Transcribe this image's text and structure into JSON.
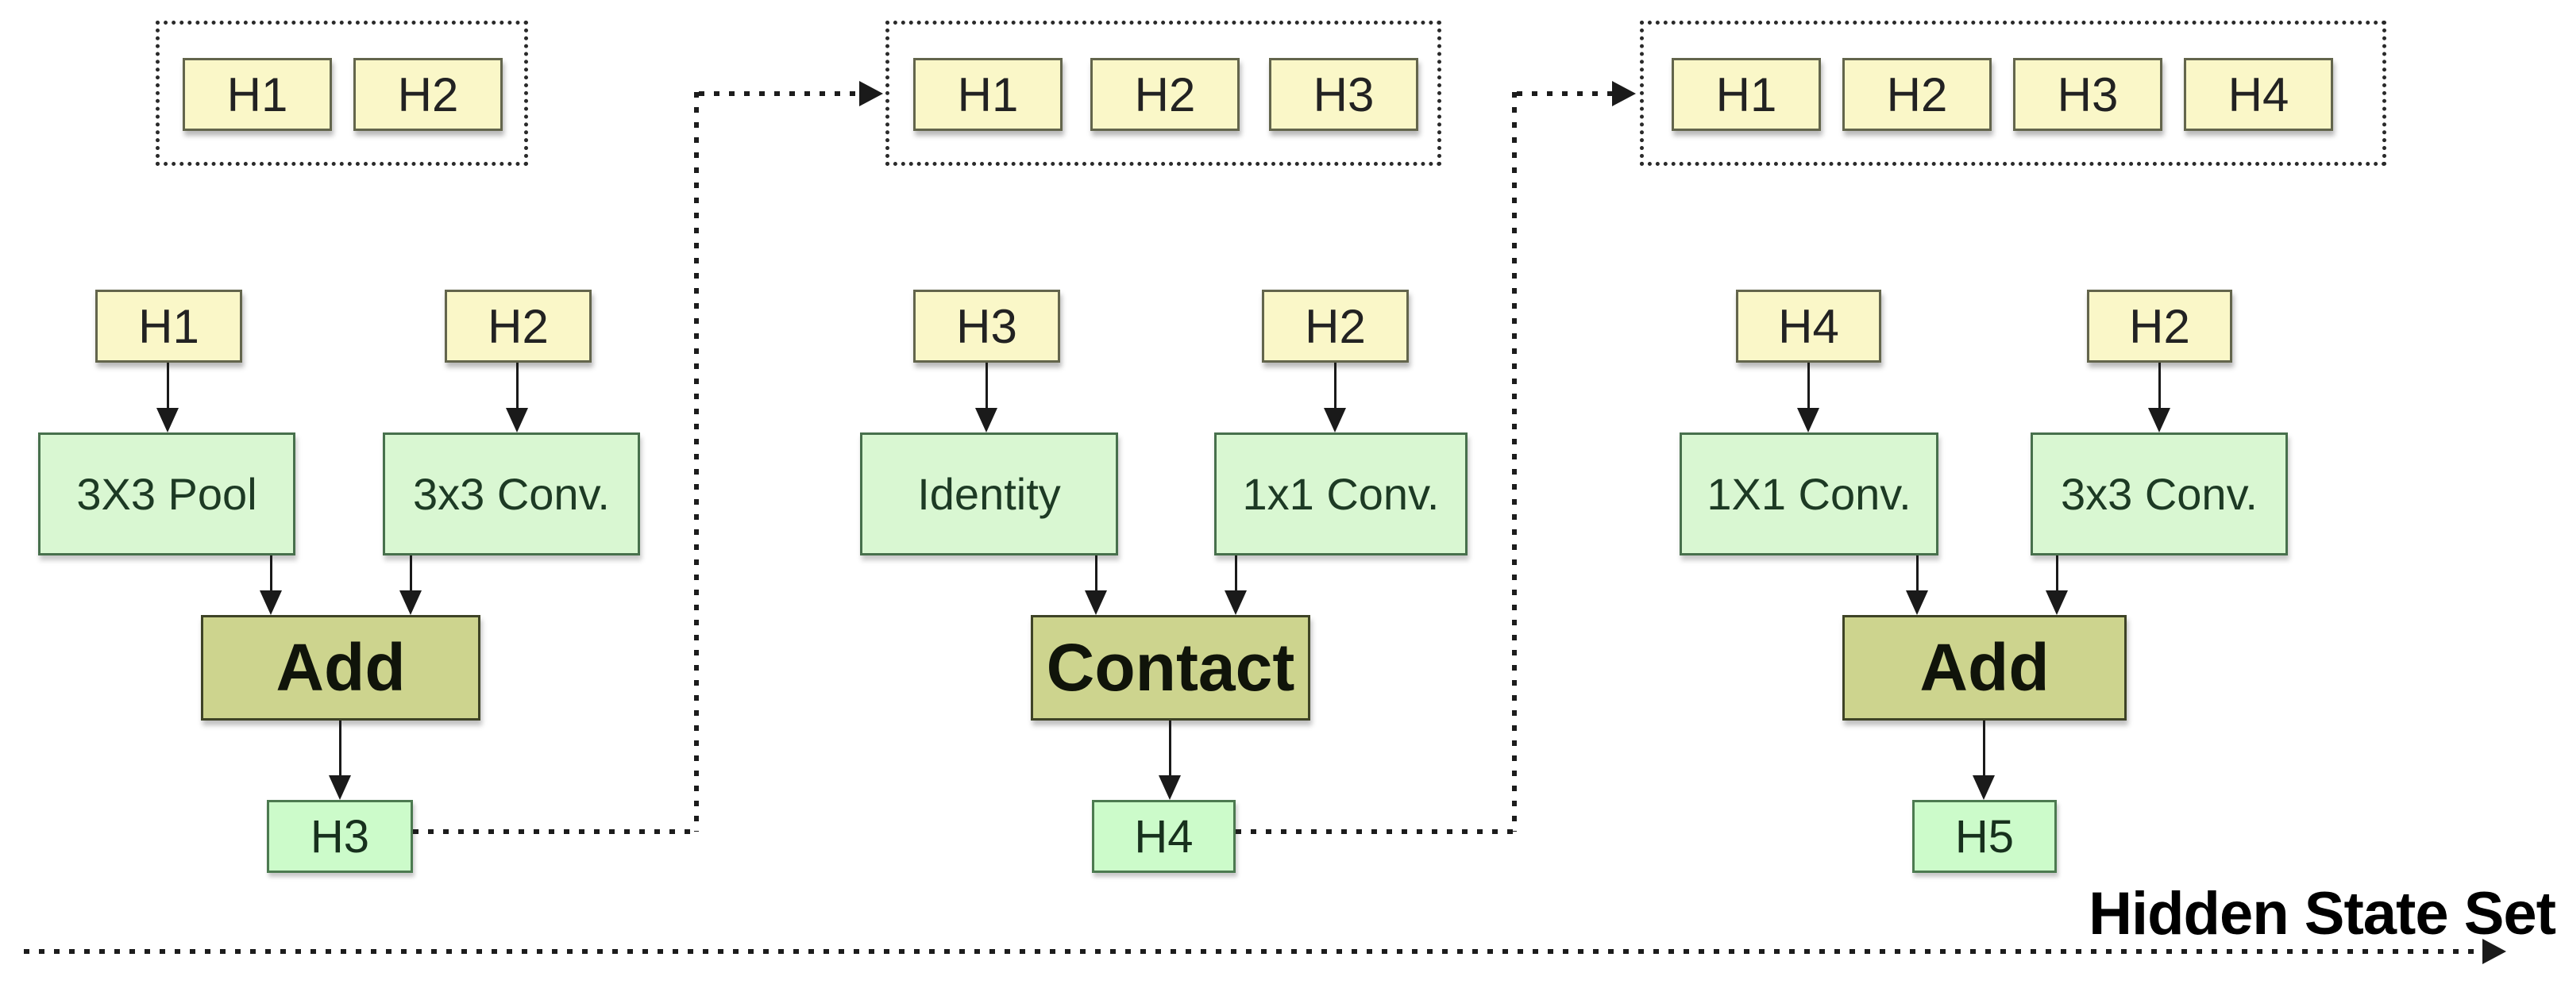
{
  "diagram": {
    "title_label": "Hidden State Set",
    "hidden_state_sets": [
      {
        "states": [
          "H1",
          "H2"
        ]
      },
      {
        "states": [
          "H1",
          "H2",
          "H3"
        ]
      },
      {
        "states": [
          "H1",
          "H2",
          "H3",
          "H4"
        ]
      }
    ],
    "cells": [
      {
        "inputs": [
          "H1",
          "H2"
        ],
        "ops": [
          "3X3 Pool",
          "3x3 Conv."
        ],
        "combine": "Add",
        "output": "H3"
      },
      {
        "inputs": [
          "H3",
          "H2"
        ],
        "ops": [
          "Identity",
          "1x1 Conv."
        ],
        "combine": "Contact",
        "output": "H4"
      },
      {
        "inputs": [
          "H4",
          "H2"
        ],
        "ops": [
          "1X1 Conv.",
          "3x3 Conv."
        ],
        "combine": "Add",
        "output": "H5"
      }
    ],
    "colors": {
      "state_fill": "#faf7c8",
      "op_fill": "#d9f7d2",
      "output_fill": "#ccfbca",
      "combine_fill": "#cdd48e",
      "line": "#1a1a1a"
    }
  }
}
